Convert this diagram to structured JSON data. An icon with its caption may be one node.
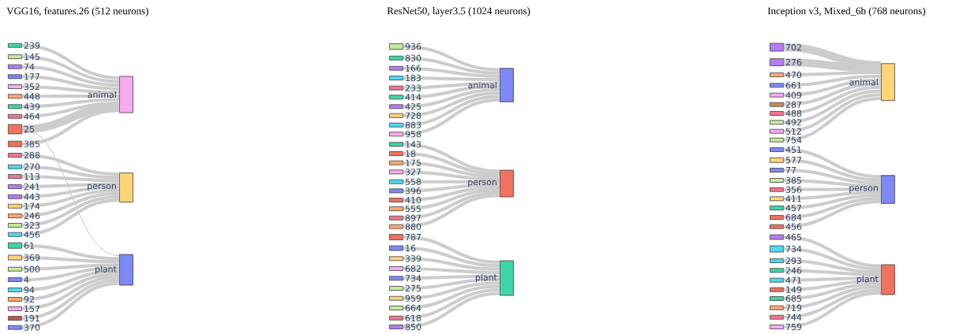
{
  "diagram": {
    "nodes": [
      {
        "text": [
          "239"
        ]
      },
      {
        "text": [
          "145"
        ]
      },
      {
        "text": [
          "74"
        ]
      },
      {
        "text": [
          "177"
        ]
      },
      {
        "text": [
          "352"
        ]
      },
      {
        "text": [
          "448"
        ]
      },
      {
        "text": [
          "439"
        ]
      },
      {
        "text": [
          "464"
        ]
      },
      {
        "text": [
          "25"
        ]
      },
      {
        "text": [
          "385"
        ]
      },
      {
        "text": [
          "288"
        ]
      },
      {
        "text": [
          "270"
        ]
      },
      {
        "text": [
          "113"
        ]
      },
      {
        "text": [
          "241"
        ]
      },
      {
        "text": [
          "443"
        ]
      },
      {
        "text": [
          "174"
        ]
      },
      {
        "text": [
          "246"
        ]
      },
      {
        "text": [
          "323"
        ]
      },
      {
        "text": [
          "456"
        ]
      },
      {
        "text": [
          "61"
        ]
      },
      {
        "text": [
          "369"
        ]
      },
      {
        "text": [
          "500"
        ]
      },
      {
        "text": [
          "4"
        ]
      },
      {
        "text": [
          "94"
        ]
      },
      {
        "text": [
          "92"
        ]
      },
      {
        "text": [
          "157"
        ]
      },
      {
        "text": [
          "191"
        ]
      },
      {
        "text": [
          "370"
        ]
      },
      {
        "text": [
          "animal"
        ]
      },
      {
        "text": [
          "person"
        ]
      },
      {
        "text": [
          "plant"
        ]
      },
      {
        "text": [
          "936"
        ]
      },
      {
        "text": [
          "830"
        ]
      },
      {
        "text": [
          "166"
        ]
      },
      {
        "text": [
          "183"
        ]
      },
      {
        "text": [
          "233"
        ]
      },
      {
        "text": [
          "414"
        ]
      },
      {
        "text": [
          "425"
        ]
      },
      {
        "text": [
          "728"
        ]
      },
      {
        "text": [
          "883"
        ]
      },
      {
        "text": [
          "958"
        ]
      },
      {
        "text": [
          "143"
        ]
      },
      {
        "text": [
          "18"
        ]
      },
      {
        "text": [
          "175"
        ]
      },
      {
        "text": [
          "327"
        ]
      },
      {
        "text": [
          "558"
        ]
      },
      {
        "text": [
          "396"
        ]
      },
      {
        "text": [
          "410"
        ]
      },
      {
        "text": [
          "555"
        ]
      },
      {
        "text": [
          "897"
        ]
      },
      {
        "text": [
          "880"
        ]
      },
      {
        "text": [
          "787"
        ]
      },
      {
        "text": [
          "16"
        ]
      },
      {
        "text": [
          "339"
        ]
      },
      {
        "text": [
          "682"
        ]
      },
      {
        "text": [
          "734"
        ]
      },
      {
        "text": [
          "275"
        ]
      },
      {
        "text": [
          "959"
        ]
      },
      {
        "text": [
          "664"
        ]
      },
      {
        "text": [
          "618"
        ]
      },
      {
        "text": [
          "850"
        ]
      },
      {
        "text": [
          "animal"
        ]
      },
      {
        "text": [
          "person"
        ]
      },
      {
        "text": [
          "plant"
        ]
      },
      {
        "text": [
          "702"
        ]
      },
      {
        "text": [
          "276"
        ]
      },
      {
        "text": [
          "470"
        ]
      },
      {
        "text": [
          "661"
        ]
      },
      {
        "text": [
          "409"
        ]
      },
      {
        "text": [
          "287"
        ]
      },
      {
        "text": [
          "488"
        ]
      },
      {
        "text": [
          "492"
        ]
      },
      {
        "text": [
          "512"
        ]
      },
      {
        "text": [
          "754"
        ]
      },
      {
        "text": [
          "451"
        ]
      },
      {
        "text": [
          "577"
        ]
      },
      {
        "text": [
          "77"
        ]
      },
      {
        "text": [
          "385"
        ]
      },
      {
        "text": [
          "356"
        ]
      },
      {
        "text": [
          "411"
        ]
      },
      {
        "text": [
          "457"
        ]
      },
      {
        "text": [
          "684"
        ]
      },
      {
        "text": [
          "456"
        ]
      },
      {
        "text": [
          "465"
        ]
      },
      {
        "text": [
          "734"
        ]
      },
      {
        "text": [
          "293"
        ]
      },
      {
        "text": [
          "246"
        ]
      },
      {
        "text": [
          "471"
        ]
      },
      {
        "text": [
          "149"
        ]
      },
      {
        "text": [
          "685"
        ]
      },
      {
        "text": [
          "719"
        ]
      },
      {
        "text": [
          "744"
        ]
      },
      {
        "text": [
          "759"
        ]
      },
      {
        "text": [
          "animal"
        ]
      },
      {
        "text": [
          "person"
        ]
      },
      {
        "text": [
          "plant"
        ]
      }
    ],
    "edges": [
      {
        "from": 0,
        "to": 28,
        "arrow": "none"
      },
      {
        "from": 1,
        "to": 28,
        "arrow": "none"
      },
      {
        "from": 2,
        "to": 28,
        "arrow": "none"
      },
      {
        "from": 3,
        "to": 28,
        "arrow": "none"
      },
      {
        "from": 4,
        "to": 28,
        "arrow": "none"
      },
      {
        "from": 5,
        "to": 28,
        "arrow": "none"
      },
      {
        "from": 6,
        "to": 28,
        "arrow": "none"
      },
      {
        "from": 7,
        "to": 28,
        "arrow": "none"
      },
      {
        "from": 8,
        "to": 28,
        "arrow": "none",
        "style": "thick"
      },
      {
        "from": 9,
        "to": 28,
        "arrow": "none"
      },
      {
        "from": 8,
        "to": 30,
        "arrow": "none",
        "color": "#aaaaaa"
      },
      {
        "from": 10,
        "to": 29,
        "arrow": "none"
      },
      {
        "from": 11,
        "to": 29,
        "arrow": "none"
      },
      {
        "from": 12,
        "to": 29,
        "arrow": "none"
      },
      {
        "from": 13,
        "to": 29,
        "arrow": "none"
      },
      {
        "from": 14,
        "to": 29,
        "arrow": "none"
      },
      {
        "from": 15,
        "to": 29,
        "arrow": "none"
      },
      {
        "from": 16,
        "to": 29,
        "arrow": "none"
      },
      {
        "from": 17,
        "to": 29,
        "arrow": "none"
      },
      {
        "from": 18,
        "to": 29,
        "arrow": "none"
      },
      {
        "from": 19,
        "to": 30,
        "arrow": "none"
      },
      {
        "from": 20,
        "to": 30,
        "arrow": "none"
      },
      {
        "from": 21,
        "to": 30,
        "arrow": "none"
      },
      {
        "from": 22,
        "to": 30,
        "arrow": "none"
      },
      {
        "from": 23,
        "to": 30,
        "arrow": "none"
      },
      {
        "from": 24,
        "to": 30,
        "arrow": "none"
      },
      {
        "from": 25,
        "to": 30,
        "arrow": "none"
      },
      {
        "from": 26,
        "to": 30,
        "arrow": "none"
      },
      {
        "from": 27,
        "to": 30,
        "arrow": "none"
      },
      {
        "from": 31,
        "to": 61,
        "arrow": "none"
      },
      {
        "from": 32,
        "to": 61,
        "arrow": "none"
      },
      {
        "from": 33,
        "to": 61,
        "arrow": "none"
      },
      {
        "from": 34,
        "to": 61,
        "arrow": "none"
      },
      {
        "from": 35,
        "to": 61,
        "arrow": "none"
      },
      {
        "from": 36,
        "to": 61,
        "arrow": "none"
      },
      {
        "from": 37,
        "to": 61,
        "arrow": "none"
      },
      {
        "from": 38,
        "to": 61,
        "arrow": "none"
      },
      {
        "from": 39,
        "to": 61,
        "arrow": "none"
      },
      {
        "from": 40,
        "to": 61,
        "arrow": "none"
      },
      {
        "from": 41,
        "to": 62,
        "arrow": "none"
      },
      {
        "from": 42,
        "to": 62,
        "arrow": "none"
      },
      {
        "from": 43,
        "to": 62,
        "arrow": "none"
      },
      {
        "from": 44,
        "to": 62,
        "arrow": "none"
      },
      {
        "from": 45,
        "to": 62,
        "arrow": "none"
      },
      {
        "from": 46,
        "to": 62,
        "arrow": "none"
      },
      {
        "from": 47,
        "to": 62,
        "arrow": "none"
      },
      {
        "from": 48,
        "to": 62,
        "arrow": "none"
      },
      {
        "from": 49,
        "to": 62,
        "arrow": "none"
      },
      {
        "from": 50,
        "to": 62,
        "arrow": "none"
      },
      {
        "from": 51,
        "to": 63,
        "arrow": "none"
      },
      {
        "from": 52,
        "to": 63,
        "arrow": "none"
      },
      {
        "from": 53,
        "to": 63,
        "arrow": "none"
      },
      {
        "from": 54,
        "to": 63,
        "arrow": "none"
      },
      {
        "from": 55,
        "to": 63,
        "arrow": "none"
      },
      {
        "from": 56,
        "to": 63,
        "arrow": "none"
      },
      {
        "from": 57,
        "to": 63,
        "arrow": "none"
      },
      {
        "from": 58,
        "to": 63,
        "arrow": "none"
      },
      {
        "from": 59,
        "to": 63,
        "arrow": "none"
      },
      {
        "from": 60,
        "to": 63,
        "arrow": "none"
      },
      {
        "from": 64,
        "to": 93,
        "arrow": "none",
        "style": "thick"
      },
      {
        "from": 65,
        "to": 93,
        "arrow": "none",
        "style": "thick"
      },
      {
        "from": 66,
        "to": 93,
        "arrow": "none"
      },
      {
        "from": 67,
        "to": 93,
        "arrow": "none"
      },
      {
        "from": 68,
        "to": 93,
        "arrow": "none"
      },
      {
        "from": 69,
        "to": 93,
        "arrow": "none"
      },
      {
        "from": 70,
        "to": 93,
        "arrow": "none"
      },
      {
        "from": 71,
        "to": 93,
        "arrow": "none"
      },
      {
        "from": 72,
        "to": 93,
        "arrow": "none"
      },
      {
        "from": 73,
        "to": 93,
        "arrow": "none"
      },
      {
        "from": 74,
        "to": 94,
        "arrow": "none"
      },
      {
        "from": 75,
        "to": 94,
        "arrow": "none"
      },
      {
        "from": 76,
        "to": 94,
        "arrow": "none"
      },
      {
        "from": 77,
        "to": 94,
        "arrow": "none"
      },
      {
        "from": 78,
        "to": 94,
        "arrow": "none"
      },
      {
        "from": 79,
        "to": 94,
        "arrow": "none"
      },
      {
        "from": 80,
        "to": 94,
        "arrow": "none"
      },
      {
        "from": 81,
        "to": 94,
        "arrow": "none"
      },
      {
        "from": 82,
        "to": 94,
        "arrow": "none"
      },
      {
        "from": 83,
        "to": 95,
        "arrow": "none"
      },
      {
        "from": 84,
        "to": 95,
        "arrow": "none"
      },
      {
        "from": 85,
        "to": 95,
        "arrow": "none"
      },
      {
        "from": 86,
        "to": 95,
        "arrow": "none"
      },
      {
        "from": 87,
        "to": 95,
        "arrow": "none"
      },
      {
        "from": 88,
        "to": 95,
        "arrow": "none"
      },
      {
        "from": 89,
        "to": 95,
        "arrow": "none"
      },
      {
        "from": 90,
        "to": 95,
        "arrow": "none"
      },
      {
        "from": 91,
        "to": 95,
        "arrow": "none"
      },
      {
        "from": 92,
        "to": 95,
        "arrow": "none"
      }
    ],
    "labels": [
      "VGG16, features.26 (512 neurons)",
      "ResNet50, layer3.5 (1024 neurons)",
      "Inception v3, Mixed_6b (768 neurons)"
    ]
  }
}
